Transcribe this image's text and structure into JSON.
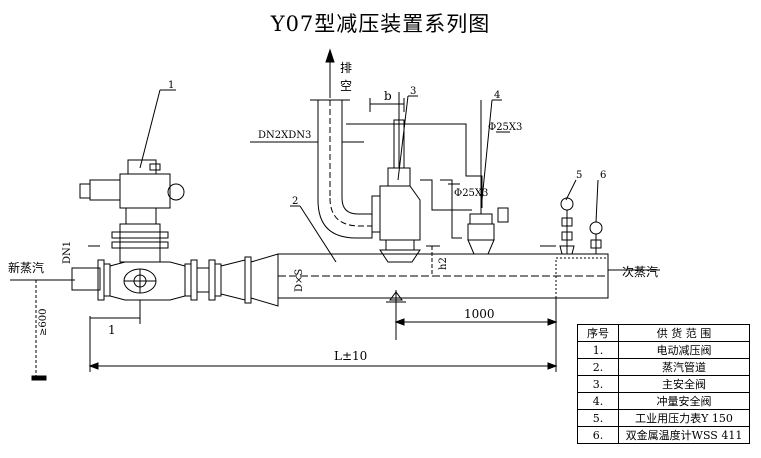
{
  "title": "Y07型减压装置系列图",
  "labels": {
    "exhaust_1": "排",
    "exhaust_2": "空",
    "dim_b": "b",
    "dn2xdn3": "DN2XDN3",
    "phi25_top": "Φ25X3",
    "phi25_mid": "Φ25X3",
    "inlet": "新蒸汽",
    "dn1": "DN1",
    "outlet": "次蒸汽",
    "h2": "h2",
    "pipe_spec": "D×S",
    "dim_1000": "1000",
    "dim_l": "L±10",
    "dim_1": "1",
    "dim_600": "≥600"
  },
  "callouts": [
    "1",
    "2",
    "3",
    "4",
    "5",
    "6"
  ],
  "legend": {
    "header": {
      "no": "序号",
      "name": "供 货 范 围"
    },
    "rows": [
      {
        "no": "1.",
        "name": "电动减压阀"
      },
      {
        "no": "2.",
        "name": "蒸汽管道"
      },
      {
        "no": "3.",
        "name": "主安全阀"
      },
      {
        "no": "4.",
        "name": "冲量安全阀"
      },
      {
        "no": "5.",
        "name": "工业用压力表Y 150"
      },
      {
        "no": "6.",
        "name": "双金属温度计WSS 411"
      }
    ]
  }
}
